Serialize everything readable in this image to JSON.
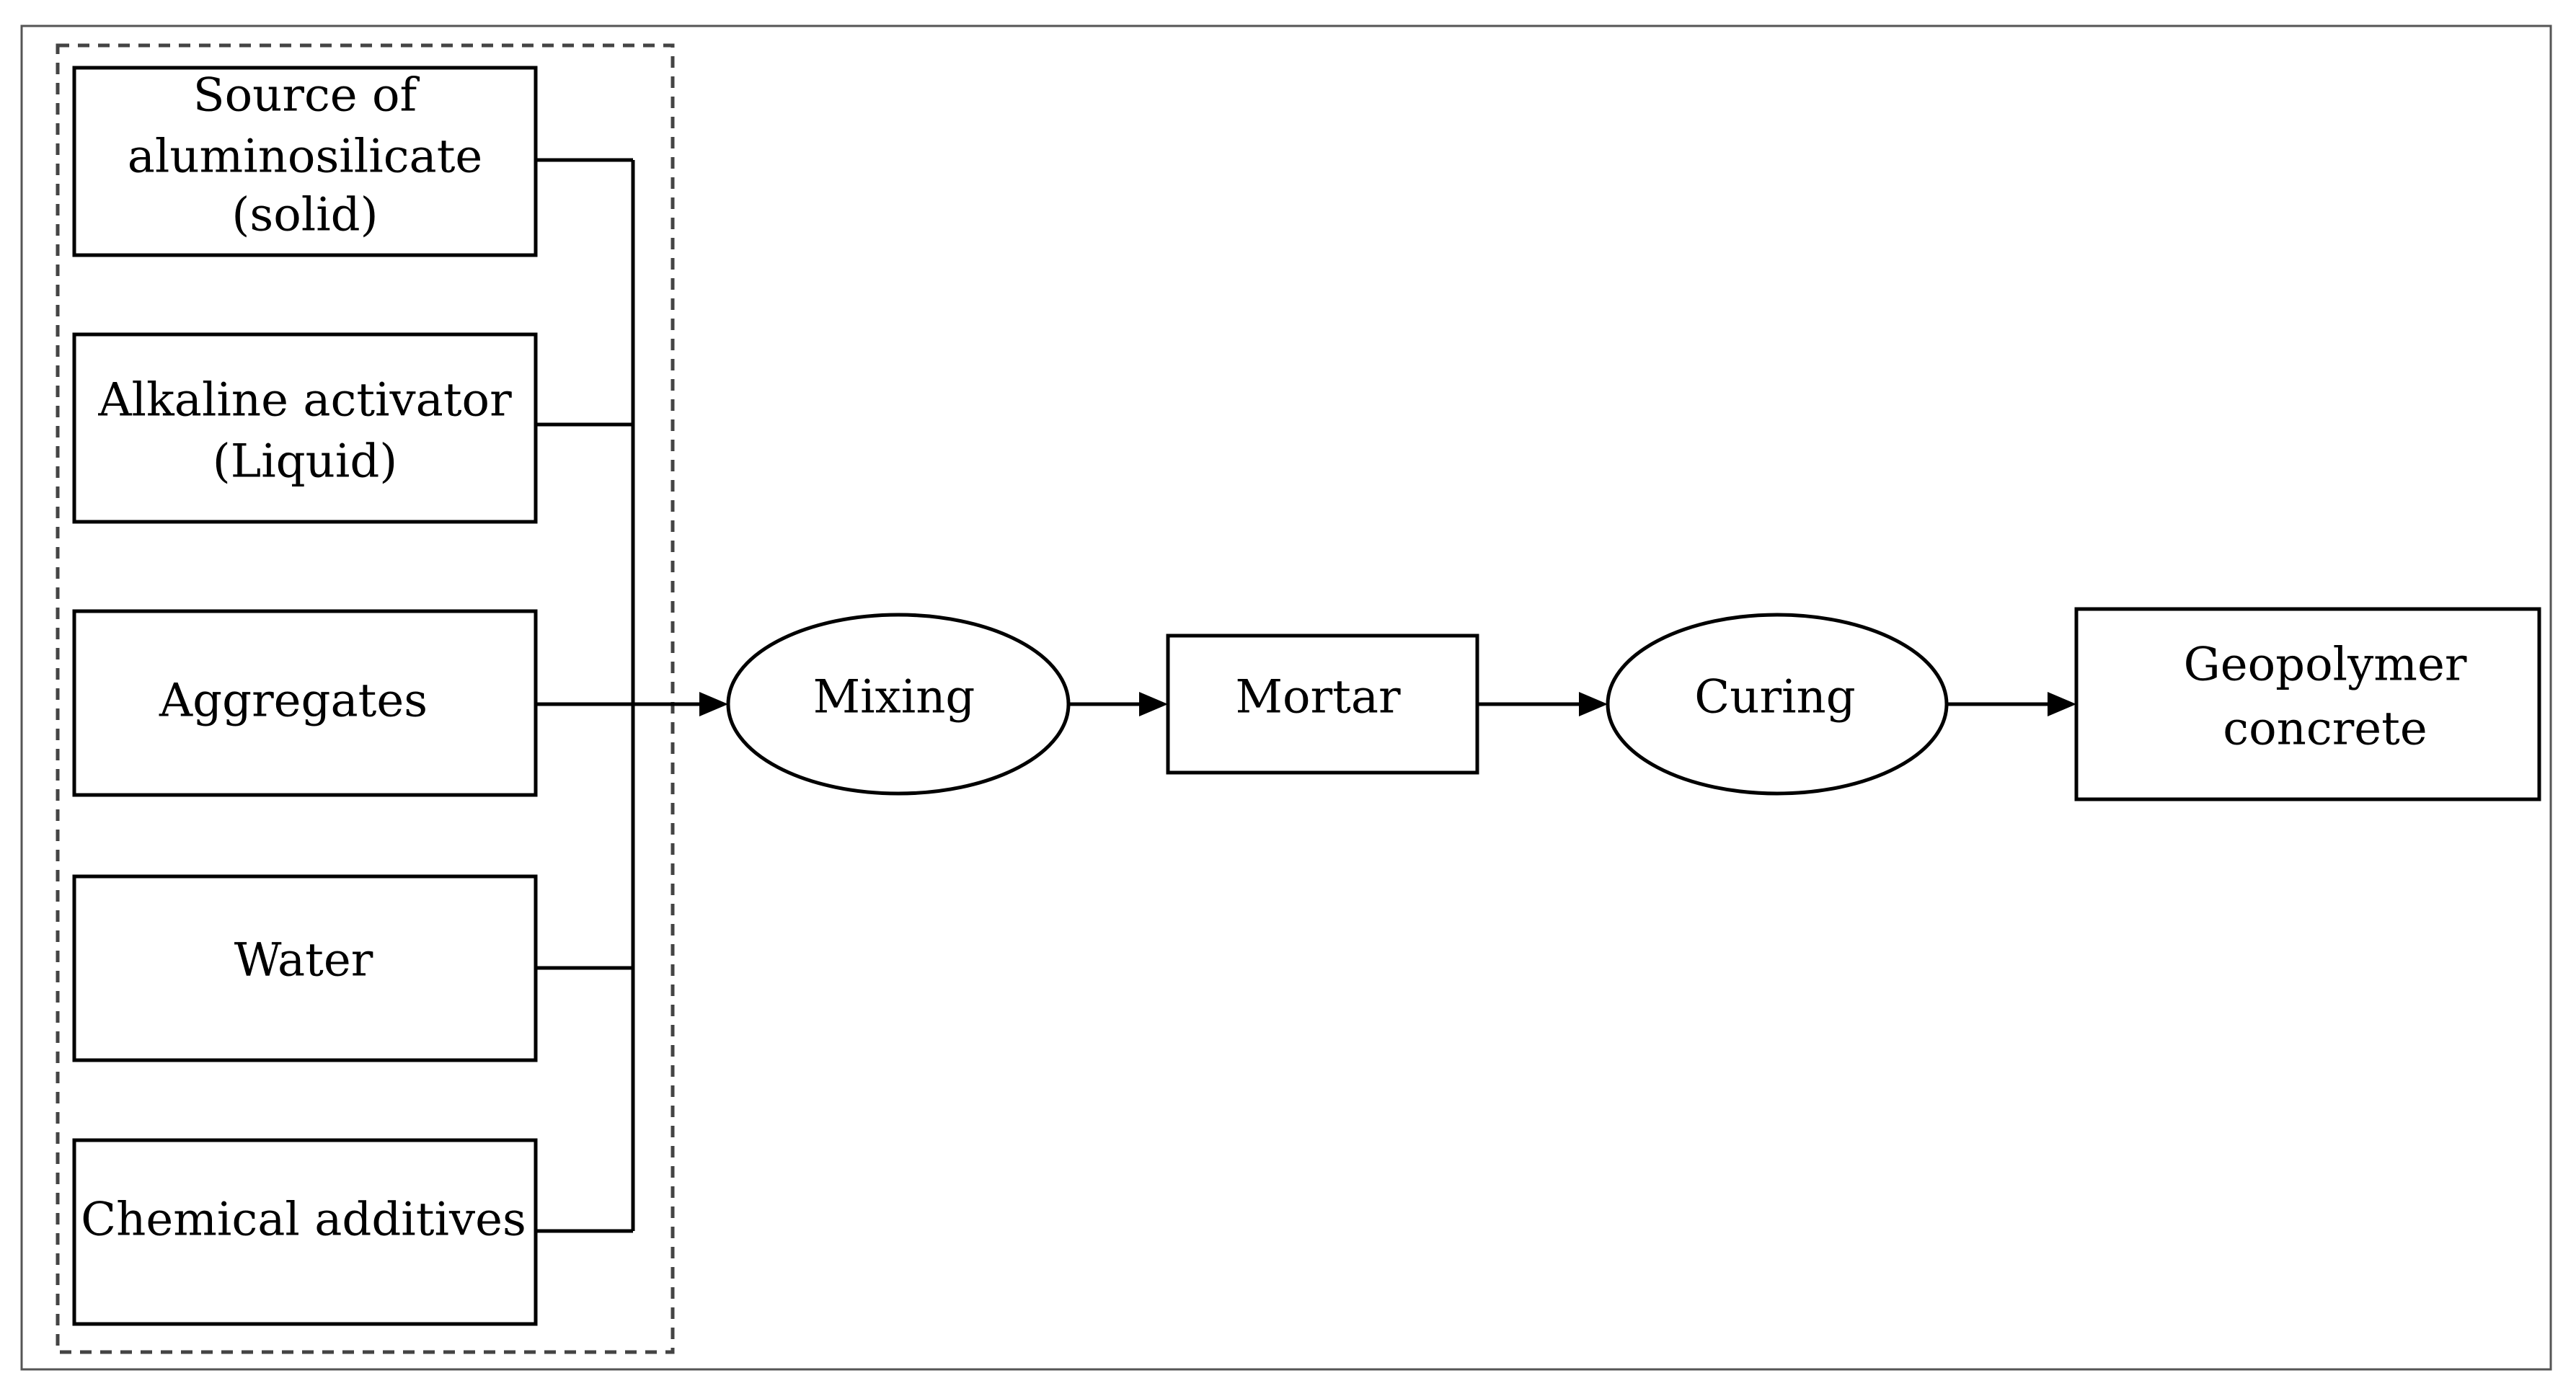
{
  "inputs": {
    "source": [
      "Source of",
      "aluminosilicate",
      "(solid)"
    ],
    "activator": [
      "Alkaline activator",
      "(Liquid)"
    ],
    "aggregates": [
      "Aggregates"
    ],
    "water": [
      "Water"
    ],
    "additives": [
      "Chemical additives"
    ]
  },
  "process": {
    "mixing": "Mixing",
    "mortar": "Mortar",
    "curing": "Curing",
    "product": [
      "Geopolymer",
      "concrete"
    ]
  },
  "colors": {
    "stroke": "#000000",
    "background": "#ffffff"
  }
}
